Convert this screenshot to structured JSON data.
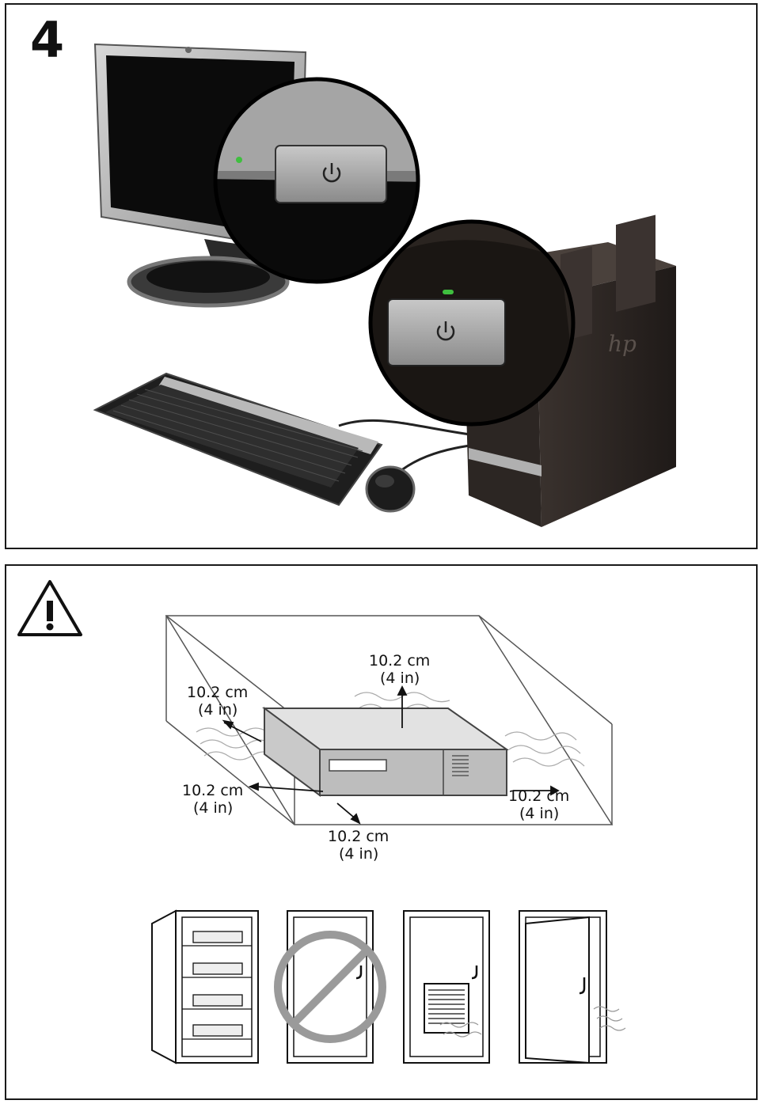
{
  "step": {
    "number": "4"
  },
  "clearance": {
    "top": {
      "metric": "10.2 cm",
      "imperial": "(4 in)"
    },
    "back": {
      "metric": "10.2 cm",
      "imperial": "(4 in)"
    },
    "left": {
      "metric": "10.2 cm",
      "imperial": "(4 in)"
    },
    "front": {
      "metric": "10.2 cm",
      "imperial": "(4 in)"
    },
    "right": {
      "metric": "10.2 cm",
      "imperial": "(4 in)"
    }
  },
  "icons": {
    "warning": "warning-triangle-icon",
    "power": "power-icon",
    "prohibited": "prohibited-icon"
  },
  "colors": {
    "power_led": "#3fbf3f",
    "prohibited": "#9a9a9a",
    "case": "#2c2623"
  }
}
